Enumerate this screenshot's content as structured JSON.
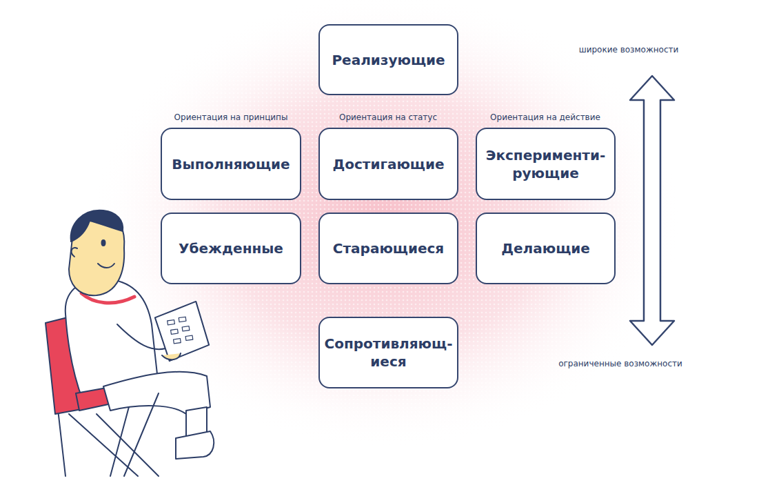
{
  "diagram": {
    "nodes": [
      {
        "text": [
          "Реализующие"
        ]
      },
      {
        "text": [
          "Выполняющие"
        ]
      },
      {
        "text": [
          "Достигающие"
        ]
      },
      {
        "text": [
          "Эксперименти- рующие"
        ]
      },
      {
        "text": [
          "Убежденные"
        ]
      },
      {
        "text": [
          "Старающиеся"
        ]
      },
      {
        "text": [
          "Делающие"
        ]
      },
      {
        "text": [
          "Сопротивляющ- иеся"
        ]
      }
    ],
    "labels": [
      "Ориентация на принципы",
      "Ориентация на статус",
      "Ориентация на действие",
      "широкие возможности",
      "ограниченные возможности"
    ]
  }
}
